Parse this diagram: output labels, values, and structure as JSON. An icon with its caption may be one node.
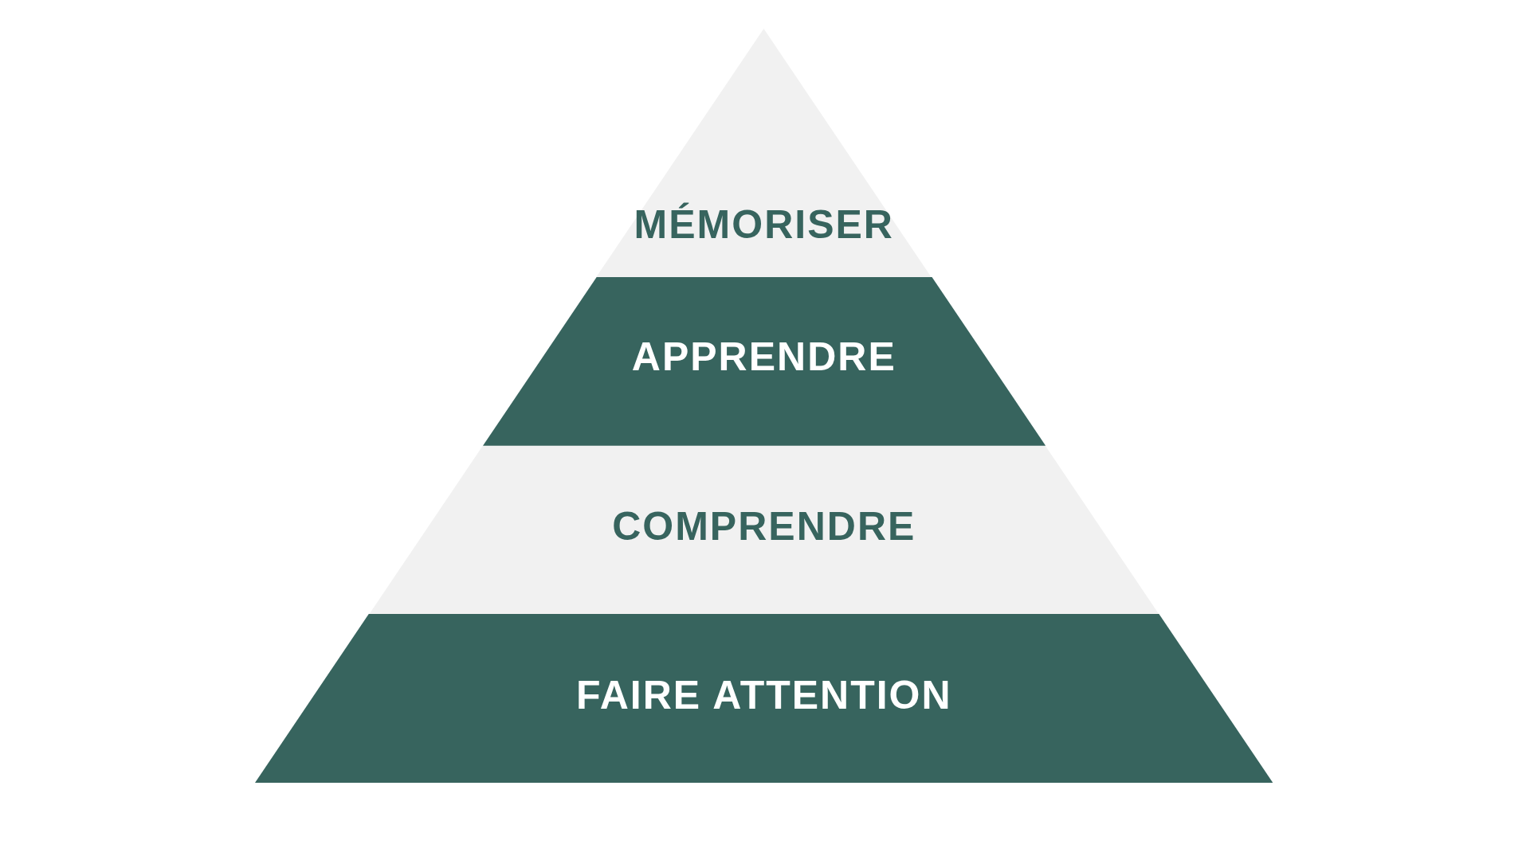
{
  "diagram": {
    "nodes": [
      {
        "text": [
          "MÉMORISER"
        ]
      },
      {
        "text": [
          "APPRENDRE"
        ]
      },
      {
        "text": [
          "COMPRENDRE"
        ]
      },
      {
        "text": [
          "FAIRE ATTENTION"
        ]
      }
    ]
  }
}
